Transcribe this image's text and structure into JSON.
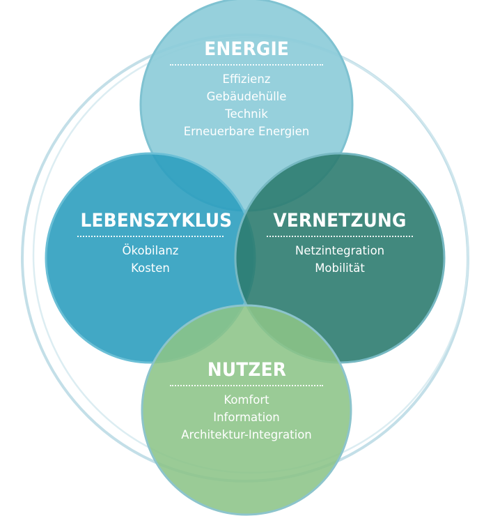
{
  "colors": {
    "energie": "#8dccd9",
    "lebenszyklus": "#2d9fbf",
    "vernetzung": "#2e7c70",
    "nutzer": "#8cc487",
    "ring": "#b9d9e4",
    "text": "#ffffff"
  },
  "energie": {
    "title": "ENERGIE",
    "items": [
      "Effizienz",
      "Gebäudehülle",
      "Technik",
      "Erneuerbare Energien"
    ]
  },
  "lebenszyklus": {
    "title": "LEBENSZYKLUS",
    "items": [
      "Ökobilanz",
      "Kosten"
    ]
  },
  "vernetzung": {
    "title": "VERNETZUNG",
    "items": [
      "Netzintegration",
      "Mobilität"
    ]
  },
  "nutzer": {
    "title": "NUTZER",
    "items": [
      "Komfort",
      "Information",
      "Architektur-Integration"
    ]
  }
}
